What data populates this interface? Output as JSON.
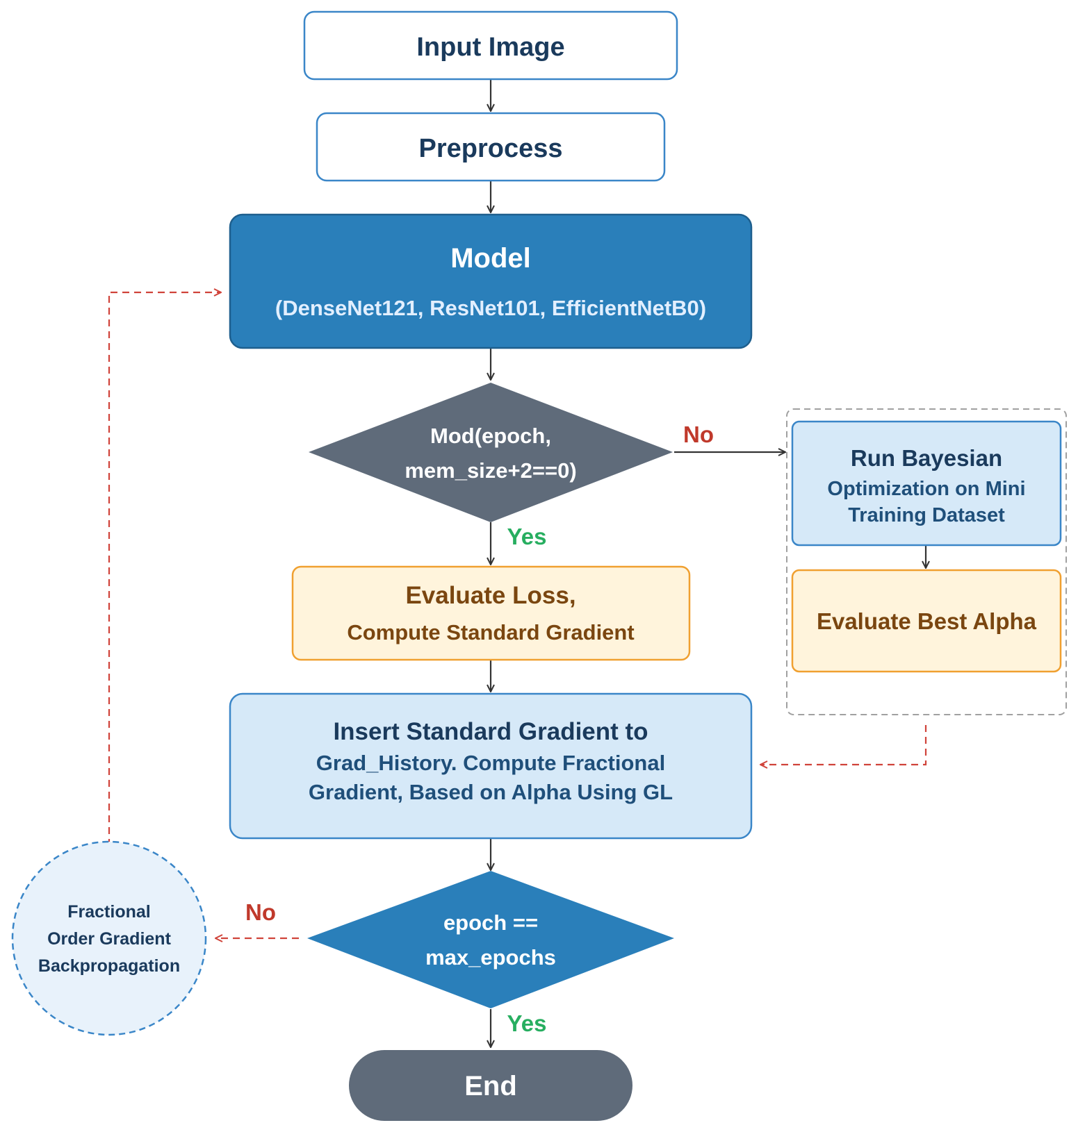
{
  "nodes": {
    "input_image": "Input Image",
    "preprocess": "Preprocess",
    "model": {
      "title": "Model",
      "subtitle": "(DenseNet121, ResNet101, EfficientNetB0)"
    },
    "decision_epoch_mod": {
      "line1": "Mod(epoch,",
      "line2": "mem_size+2==0)"
    },
    "evaluate_loss": {
      "line1": "Evaluate Loss,",
      "line2": "Compute Standard Gradient"
    },
    "insert_gradient": {
      "line1": "Insert Standard Gradient to",
      "line2": "Grad_History. Compute Fractional",
      "line3": "Gradient, Based on Alpha Using GL"
    },
    "bayesian": {
      "line1": "Run Bayesian",
      "line2": "Optimization on Mini",
      "line3": "Training Dataset"
    },
    "best_alpha": "Evaluate Best Alpha",
    "decision_max_epochs": {
      "line1": "epoch ==",
      "line2": "max_epochs"
    },
    "end": "End",
    "fractional_backprop": {
      "line1": "Fractional",
      "line2": "Order Gradient",
      "line3": "Backpropagation"
    }
  },
  "edge_labels": {
    "mod_no": "No",
    "mod_yes": "Yes",
    "max_no": "No",
    "max_yes": "Yes"
  },
  "colors": {
    "dark_blue_fill": "#2a7fba",
    "dark_blue_stroke": "#1e5f8e",
    "light_blue_fill": "#d6e9f8",
    "light_blue_stroke": "#3a86c8",
    "white_fill": "#ffffff",
    "navy_text": "#1a3a5c",
    "gray_fill": "#5f6b7a",
    "amber_fill": "#fff4dc",
    "amber_stroke": "#f0a030",
    "amber_text": "#7a4610",
    "no_red": "#c0392b",
    "yes_green": "#27ae60",
    "dashed_red": "#d0433a",
    "dashed_gray": "#a0a0a0",
    "circle_fill": "#e8f2fb",
    "circle_stroke": "#3a86c8"
  }
}
